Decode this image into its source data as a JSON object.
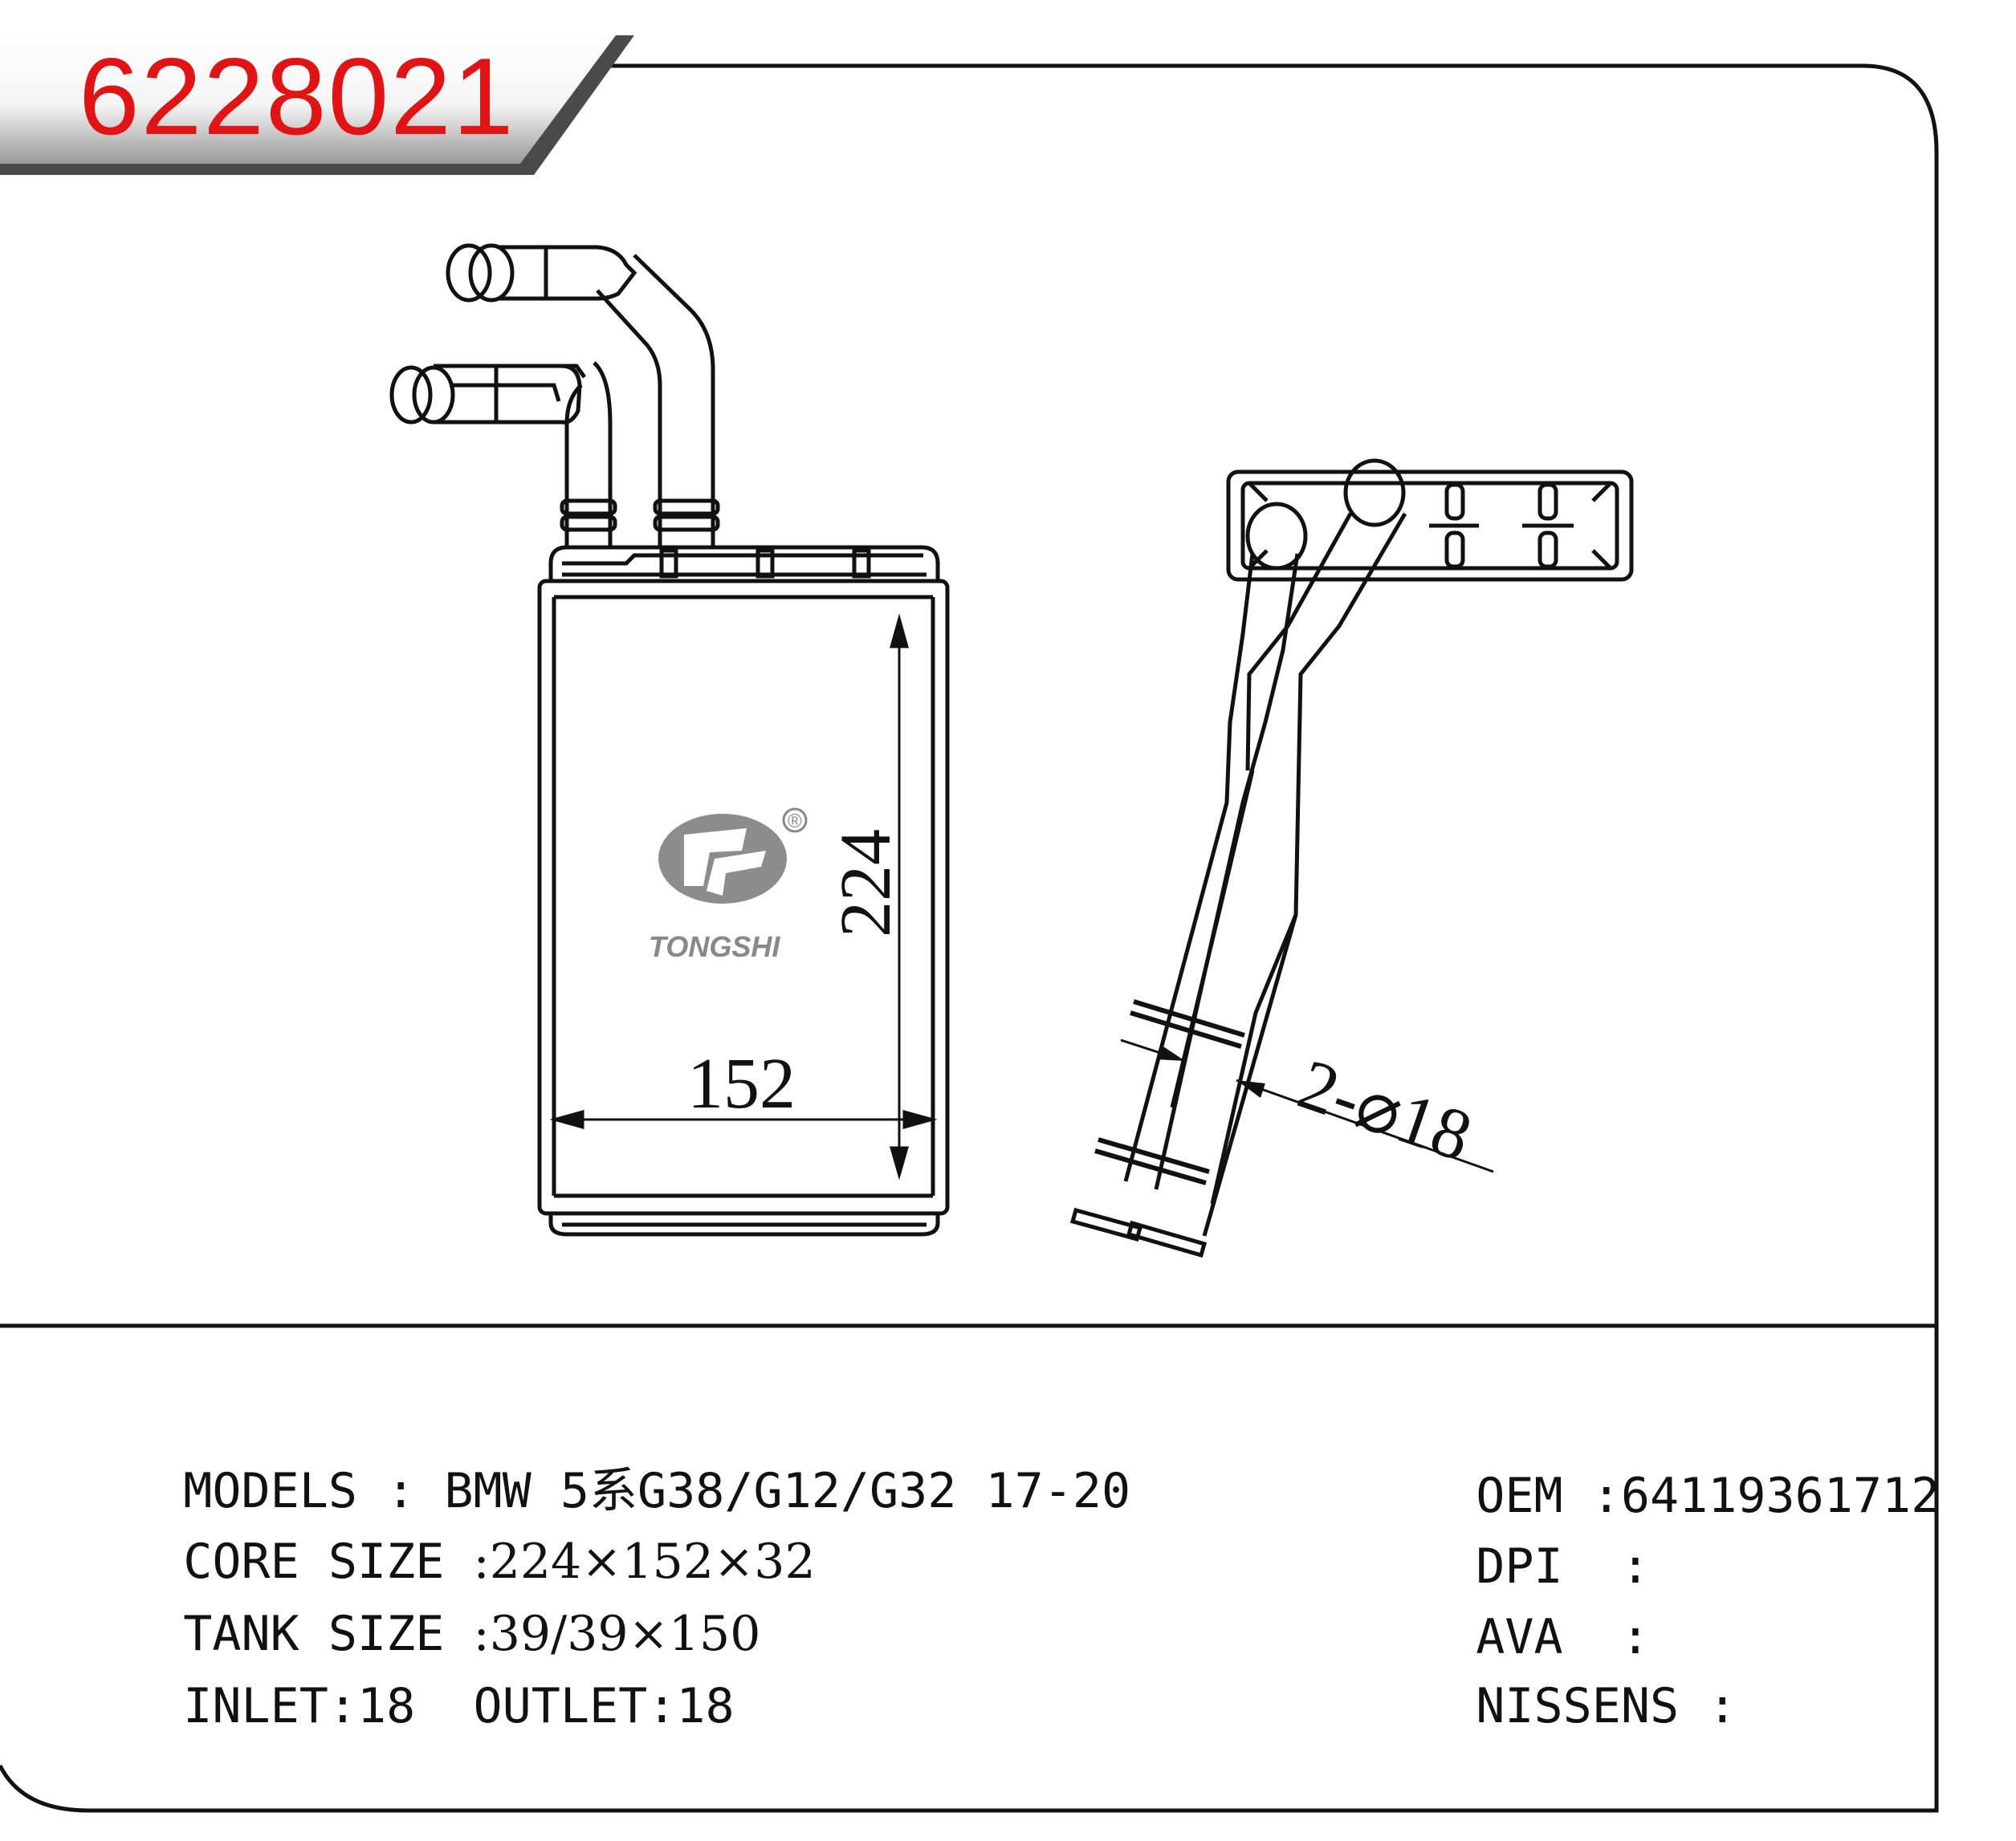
{
  "part_number": "6228021",
  "logo": {
    "brand": "TONGSHI",
    "registered_mark": "®"
  },
  "dimensions": {
    "height": "224",
    "width": "152",
    "pipe_callout": "2-⌀18"
  },
  "specs": {
    "models_label": "MODELS",
    "models_value": "BMW 5系G38/G12/G32 17-20",
    "core_label": "CORE SIZE",
    "core_value": ":224×152×32",
    "tank_label": "TANK SIZE",
    "tank_value": ":39/39×150",
    "inlet_label": "INLET",
    "inlet_value": ":18",
    "outlet_label": "OUTLET",
    "outlet_value": ":18",
    "oem_label": "OEM",
    "oem_value": ":64119361712",
    "dpi_label": "DPI",
    "dpi_value": ":",
    "ava_label": "AVA",
    "ava_value": ":",
    "nissens_label": "NISSENS",
    "nissens_value": ":"
  },
  "colors": {
    "badge_text": "#e01414",
    "badge_bg": "#555555",
    "line": "#111111"
  }
}
